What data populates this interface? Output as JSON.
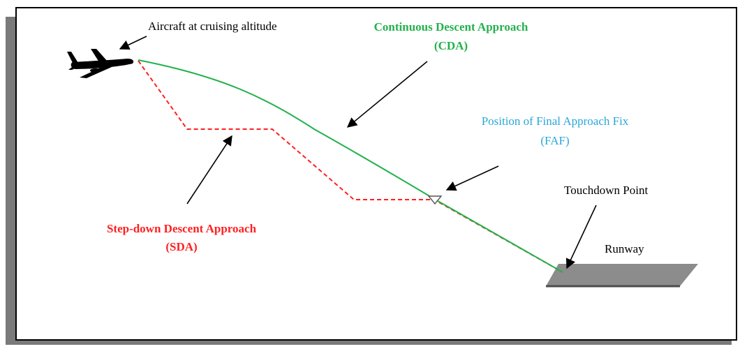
{
  "labels": {
    "aircraft": "Aircraft at cruising altitude",
    "cda_line1": "Continuous Descent Approach",
    "cda_line2": "(CDA)",
    "faf_line1": "Position of Final Approach Fix",
    "faf_line2": "(FAF)",
    "touchdown": "Touchdown Point",
    "runway": "Runway",
    "sda_line1": "Step-down Descent Approach",
    "sda_line2": "(SDA)"
  },
  "colors": {
    "cda": "#22b14c",
    "sda": "#ff1f1f",
    "faf": "#2aa7d8",
    "text": "#000000",
    "runway": "#8c8c8c",
    "runway_edge": "#4d4d4d",
    "shadow": "#7a7a7a"
  },
  "icons": {
    "aircraft": "aircraft-icon",
    "faf_marker": "triangle-marker-icon"
  }
}
